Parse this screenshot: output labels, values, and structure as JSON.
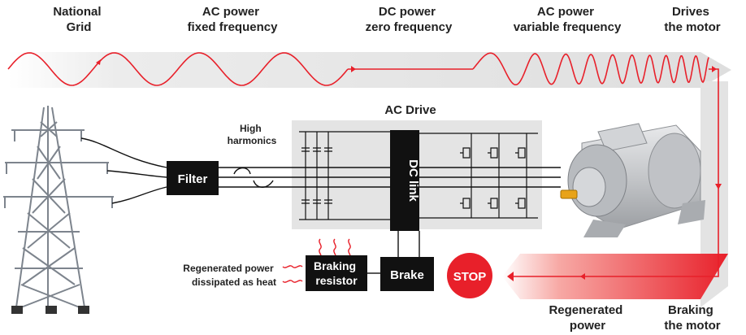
{
  "top_labels": {
    "national_grid": [
      "National",
      "Grid"
    ],
    "ac_fixed": [
      "AC power",
      "fixed frequency"
    ],
    "dc_zero": [
      "DC power",
      "zero frequency"
    ],
    "ac_variable": [
      "AC power",
      "variable frequency"
    ],
    "drives_motor": [
      "Drives",
      "the motor"
    ]
  },
  "ac_drive_title": "AC Drive",
  "high_harmonics": [
    "High",
    "harmonics"
  ],
  "filter_label": "Filter",
  "dc_link_label": "DC link",
  "braking_resistor": [
    "Braking",
    "resistor"
  ],
  "brake_label": "Brake",
  "stop_label": "STOP",
  "regen_heat": [
    "Regenerated power",
    "dissipated as heat"
  ],
  "regen_power": [
    "Regenerated",
    "power"
  ],
  "braking_motor": [
    "Braking",
    "the motor"
  ],
  "colors": {
    "signal_red": "#e8202a",
    "arrow_gray": "#e6e6e6",
    "drive_panel": "#e4e4e4",
    "box_black": "#111111",
    "tower": "#8a9099",
    "motor": "#c9cbce"
  },
  "icons": [
    "transmission-tower-icon",
    "electric-motor-icon",
    "stop-sign-icon",
    "heat-wave-icon"
  ]
}
